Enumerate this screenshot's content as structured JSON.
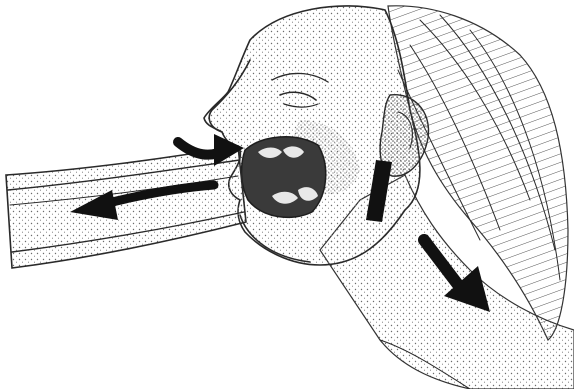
{
  "illustration": {
    "subject": "profile-head-with-tube",
    "style": "stippled pen-and-ink drawing",
    "palette": {
      "background": "#ffffff",
      "ink": "#2a2a2a",
      "stipple": "#6b6b6b",
      "arrow": "#111111"
    },
    "elements": {
      "tube": "tube",
      "head": "head-profile",
      "hair": "hair",
      "neck": "neck",
      "marker": "black-bar-marker",
      "arrows": [
        "arrow-into-mouth",
        "arrow-along-tube-outward",
        "arrow-down-neck"
      ]
    }
  }
}
